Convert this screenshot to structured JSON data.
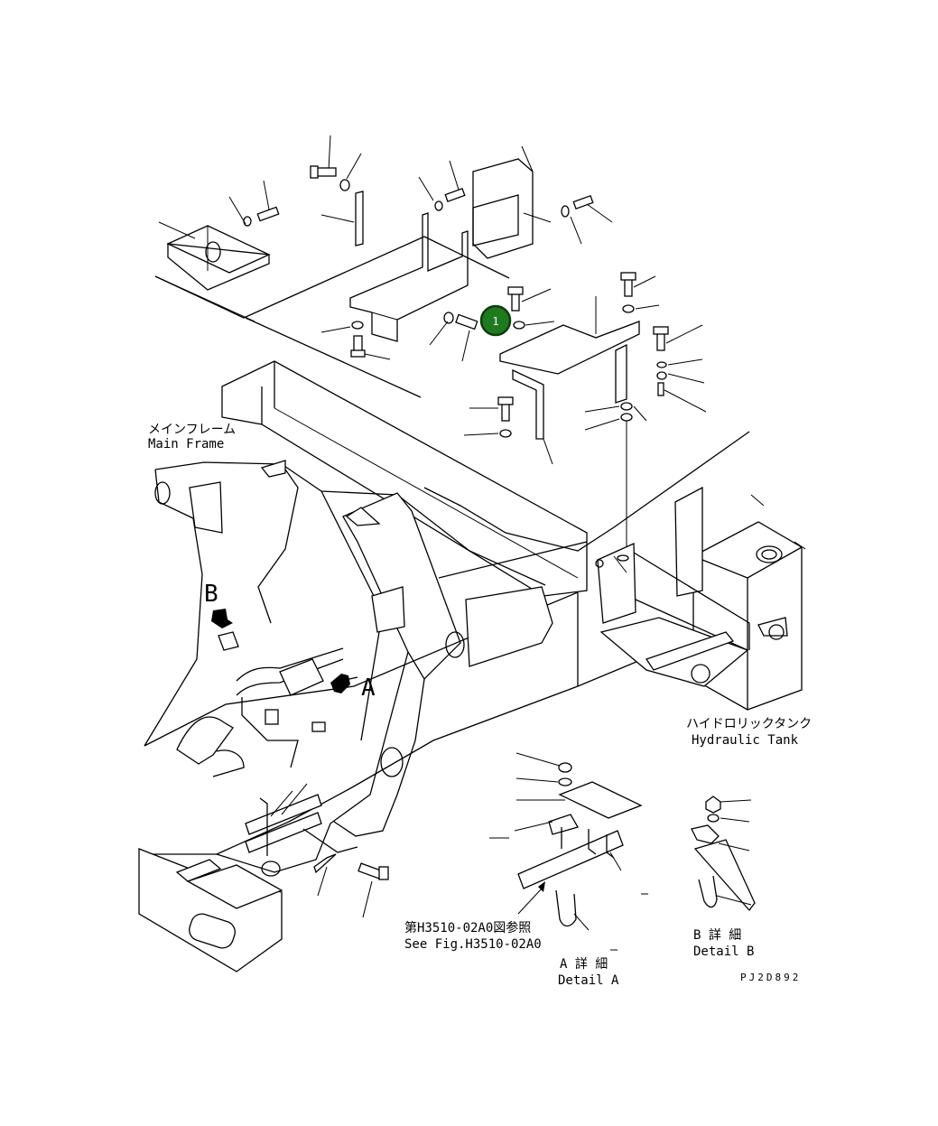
{
  "diagram": {
    "drawing_number": "PJ2D892",
    "labels": {
      "main_frame_jp": "メインフレーム",
      "main_frame_en": "Main Frame",
      "hydraulic_tank_jp": "ハイドロリックタンク",
      "hydraulic_tank_en": "Hydraulic Tank",
      "see_fig_jp": "第H3510-02A0図参照",
      "see_fig_en": "See Fig.H3510-02A0",
      "detail_a_jp": "A 詳 細",
      "detail_a_en": "Detail A",
      "detail_b_jp": "B 詳 細",
      "detail_b_en": "Detail B",
      "view_a": "A",
      "view_b": "B"
    },
    "callouts": [
      {
        "number": "1",
        "color": "#1f7a1f",
        "ring": "#0d3d0d"
      }
    ]
  }
}
